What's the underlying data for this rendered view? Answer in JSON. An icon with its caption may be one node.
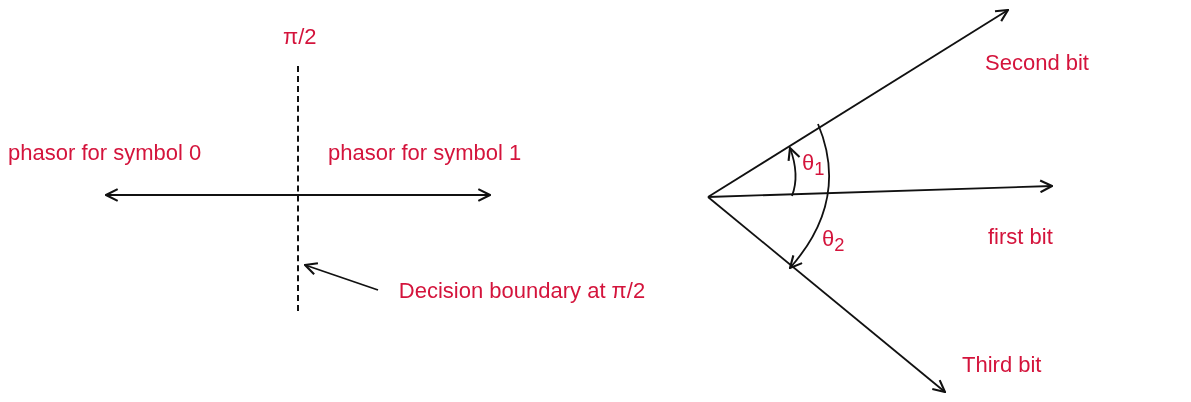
{
  "diagram": {
    "nodes": [
      {
        "text": [
          "Decision boundary at π/2"
        ]
      },
      {
        "text": [],
        "shape": "line",
        "beside": [
          "π/2"
        ]
      }
    ],
    "edges": [
      {
        "from": 0,
        "to": 1,
        "arrow": "to"
      }
    ],
    "labels": [
      "Second bit",
      "phasor for symbol 0",
      "phasor for symbol 1",
      "θ$_{1}$",
      "first bit",
      "θ$_{2}$",
      "Third bit"
    ]
  }
}
